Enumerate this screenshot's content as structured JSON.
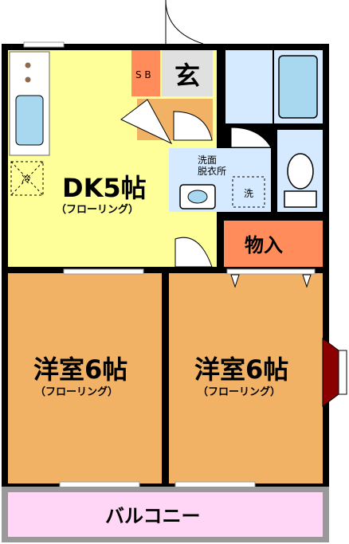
{
  "rooms": {
    "genkan": {
      "label": "玄",
      "color": "#e0e0e0"
    },
    "shoe_box": {
      "label": "S B",
      "color": "#ff8c5a"
    },
    "dk": {
      "label": "DK5帖",
      "flooring": "（フローリング）",
      "color": "#ffff99"
    },
    "washroom": {
      "label_line1": "洗面",
      "label_line2": "脱衣所",
      "color": "#d6eaff"
    },
    "washer": {
      "label": "洗"
    },
    "fridge": {
      "label": "冷"
    },
    "storage": {
      "label": "物入",
      "color": "#ff8c5a"
    },
    "western_left": {
      "label": "洋室6帖",
      "flooring": "（フローリング）",
      "color": "#f2b266"
    },
    "western_right": {
      "label": "洋室6帖",
      "flooring": "（フローリング）",
      "color": "#f2b266"
    },
    "balcony": {
      "label": "バルコニー",
      "color": "#ffd6f5"
    },
    "bath": {
      "color": "#d6eaff"
    },
    "toilet": {
      "color": "#d6eaff"
    }
  },
  "colors": {
    "wall": "#000000",
    "window_bay": "#8b0000",
    "fixture": "#a8d8f0"
  }
}
